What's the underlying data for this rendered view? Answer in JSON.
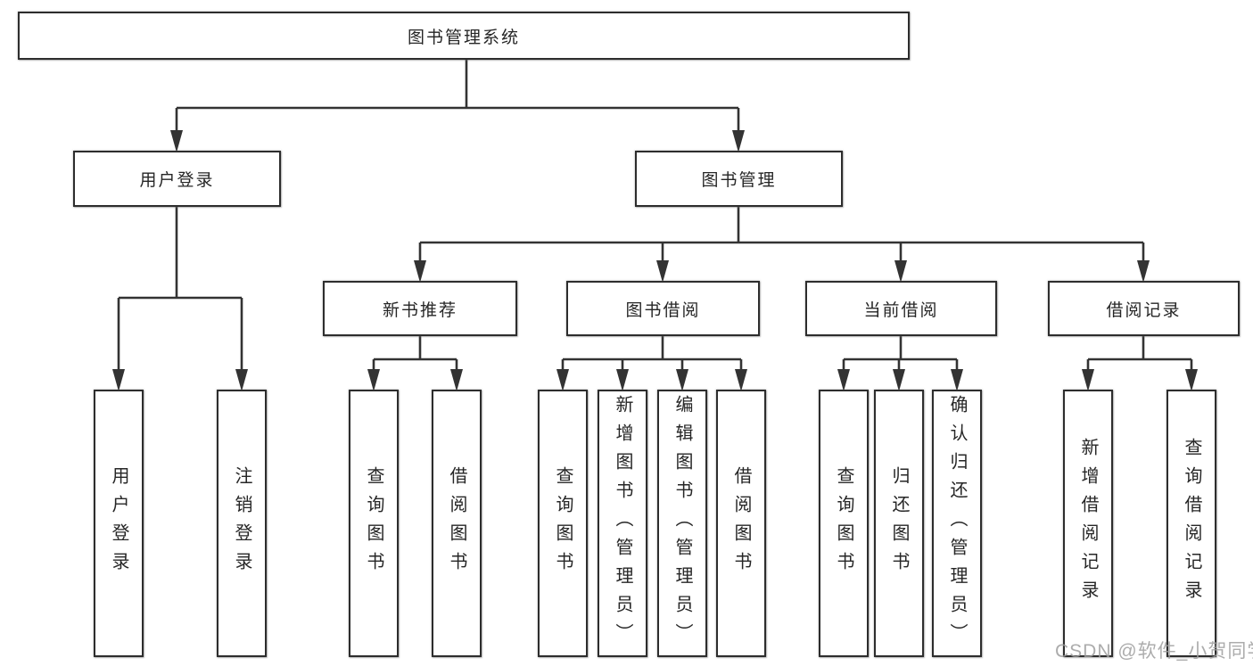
{
  "tree": {
    "label": "图书管理系统",
    "children": [
      {
        "label": "用户登录",
        "children": [
          {
            "label": "用户登录"
          },
          {
            "label": "注销登录"
          }
        ]
      },
      {
        "label": "图书管理",
        "children": [
          {
            "label": "新书推荐",
            "children": [
              {
                "label": "查询图书"
              },
              {
                "label": "借阅图书"
              }
            ]
          },
          {
            "label": "图书借阅",
            "children": [
              {
                "label": "查询图书"
              },
              {
                "label": "新增图书（管理员）"
              },
              {
                "label": "编辑图书（管理员）"
              },
              {
                "label": "借阅图书"
              }
            ]
          },
          {
            "label": "当前借阅",
            "children": [
              {
                "label": "查询图书"
              },
              {
                "label": "归还图书"
              },
              {
                "label": "确认归还（管理员）"
              }
            ]
          },
          {
            "label": "借阅记录",
            "children": [
              {
                "label": "新增借阅记录"
              },
              {
                "label": "查询借阅记录"
              }
            ]
          }
        ]
      }
    ]
  },
  "watermark": {
    "text": "CSDN @软件_小贺同学"
  },
  "colors": {
    "background": "#ffffff",
    "line": "#333333",
    "box_border": "#2d2d2d",
    "text": "#262626",
    "watermark": "#9e9e9e"
  }
}
